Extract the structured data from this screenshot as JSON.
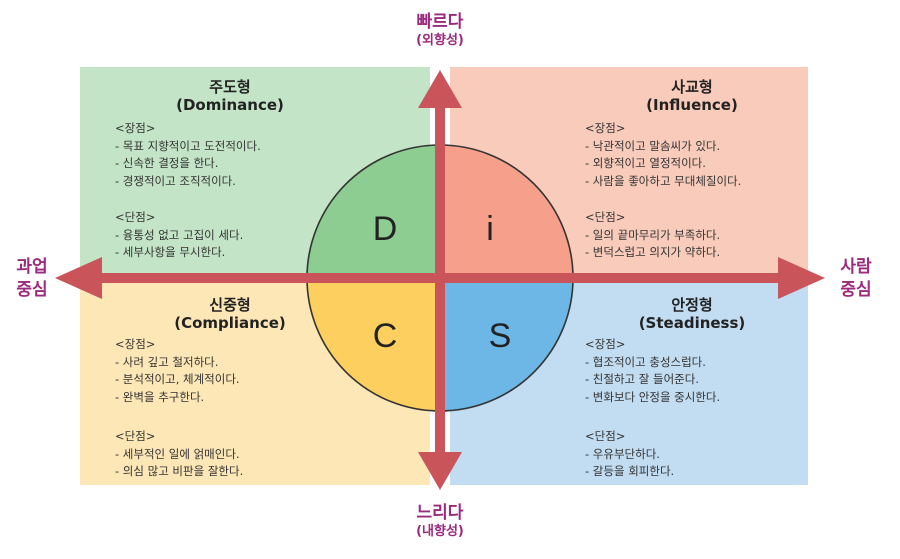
{
  "axes": {
    "top": {
      "main": "빠르다",
      "sub": "(외향성)"
    },
    "bottom": {
      "main": "느리다",
      "sub": "(내향성)"
    },
    "left": {
      "line1": "과업",
      "line2": "중심"
    },
    "right": {
      "line1": "사람",
      "line2": "중심"
    }
  },
  "quadrants": {
    "d": {
      "title": "주도형",
      "subtitle": "(Dominance)",
      "letter": "D",
      "color": "#8dcd91",
      "strengths_label": "<장점>",
      "strengths": [
        "- 목표 지향적이고 도전적이다.",
        "- 신속한 결정을 한다.",
        "- 경쟁적이고 조직적이다."
      ],
      "weaknesses_label": "<단점>",
      "weaknesses": [
        "- 융통성 없고 고집이 세다.",
        "- 세부사항을 무시한다."
      ]
    },
    "i": {
      "title": "사교형",
      "subtitle": "(Influence)",
      "letter": "i",
      "color": "#f6a08c",
      "strengths_label": "<장점>",
      "strengths": [
        "- 낙관적이고 말솜씨가 있다.",
        "- 외향적이고 열정적이다.",
        "- 사람을 좋아하고 무대체질이다."
      ],
      "weaknesses_label": "<단점>",
      "weaknesses": [
        "- 일의 끝마무리가 부족하다.",
        "- 변덕스럽고 의지가 약하다."
      ]
    },
    "c": {
      "title": "신중형",
      "subtitle": "(Compliance)",
      "letter": "C",
      "color": "#fccf5e",
      "strengths_label": "<장점>",
      "strengths": [
        "- 사려 깊고 철저하다.",
        "- 분석적이고, 체계적이다.",
        "- 완벽을 추구한다."
      ],
      "weaknesses_label": "<단점>",
      "weaknesses": [
        "- 세부적인 일에 얽매인다.",
        "- 의심 많고 비판을 잘한다."
      ]
    },
    "s": {
      "title": "안정형",
      "subtitle": "(Steadiness)",
      "letter": "S",
      "color": "#6cb7e6",
      "strengths_label": "<장점>",
      "strengths": [
        "- 협조적이고 충성스럽다.",
        "- 친절하고 잘 들어준다.",
        "- 변화보다 안정을 중시한다."
      ],
      "weaknesses_label": "<단점>",
      "weaknesses": [
        "- 우유부단하다.",
        "- 갈등을 회피한다."
      ]
    }
  },
  "colors": {
    "arrow": "#c9555b",
    "axis_label": "#9b2a7e"
  }
}
